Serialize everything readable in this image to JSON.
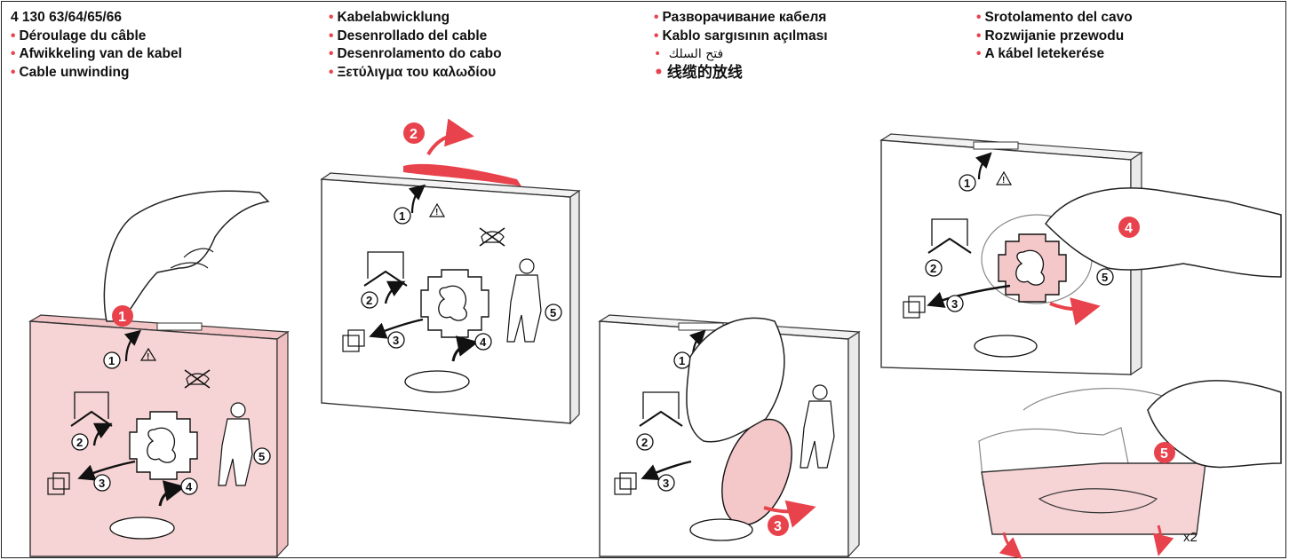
{
  "header": {
    "product_code": "4 130 63/64/65/66",
    "columns": [
      [
        "Déroulage du câble",
        "Afwikkeling van de kabel",
        "Cable unwinding"
      ],
      [
        "Kabelabwicklung",
        "Desenrollado del cable",
        "Desenrolamento do cabo",
        "Ξετύλιγμα του καλωδίου"
      ],
      [
        "Разворачивание кабеля",
        "Kablo sargısının açılması",
        "فتح السلك",
        "线缆的放线"
      ],
      [
        "Srotolamento del cavo",
        "Rozwijanie przewodu",
        "A kábel letekerése"
      ]
    ]
  },
  "steps": {
    "red_badges": [
      "1",
      "2",
      "3",
      "4",
      "5"
    ],
    "box_numbers": [
      "1",
      "2",
      "3",
      "4",
      "5"
    ],
    "repeat_label": "x2"
  },
  "colors": {
    "accent_red": "#e8434c",
    "pink_fill": "#f6d3d4",
    "ink": "#111111"
  },
  "icons": [
    "warning-triangle-icon",
    "no-cutting-icon",
    "curved-arrow-icon",
    "hand-illustration",
    "person-icon"
  ]
}
